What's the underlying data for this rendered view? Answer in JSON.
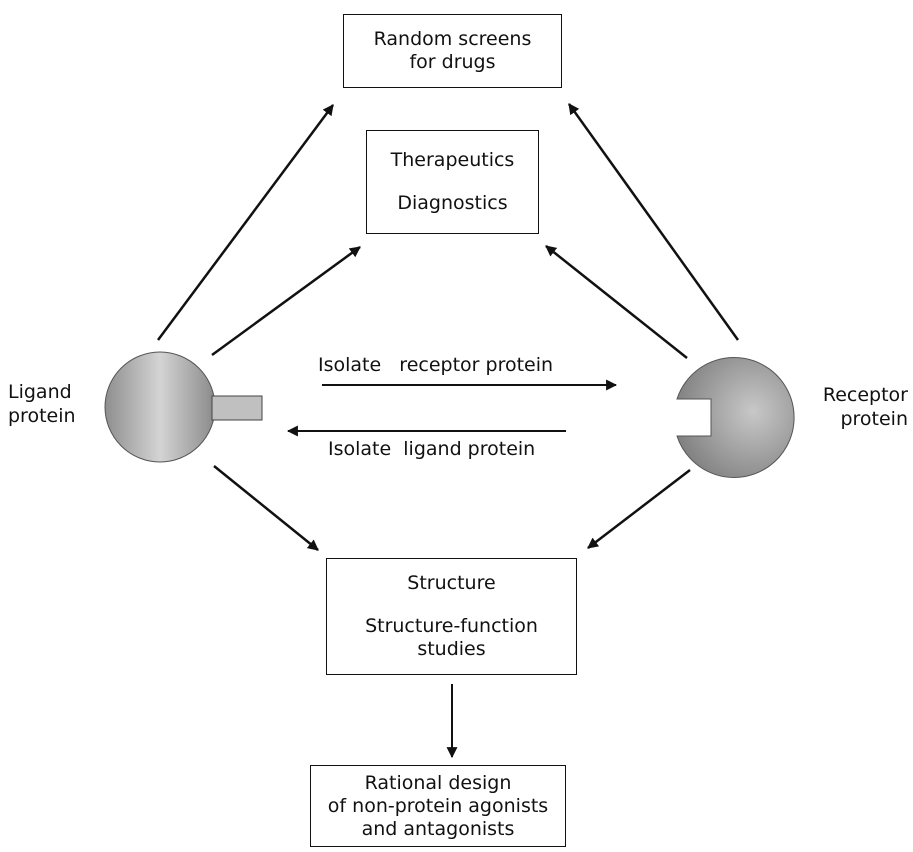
{
  "boxes": {
    "random_screens": [
      "Random screens",
      "for drugs"
    ],
    "therapeutics": [
      "Therapeutics",
      "Diagnostics"
    ],
    "structure": [
      "Structure",
      "Structure-function",
      "studies"
    ],
    "rational_design": [
      "Rational  design",
      "of non-protein agonists",
      "and antagonists"
    ]
  },
  "nodes": {
    "ligand": [
      "Ligand",
      "protein"
    ],
    "receptor": [
      "Receptor",
      "protein"
    ]
  },
  "arrows": {
    "isolate_receptor": "Isolate   receptor protein",
    "isolate_ligand": "Isolate  ligand protein"
  }
}
